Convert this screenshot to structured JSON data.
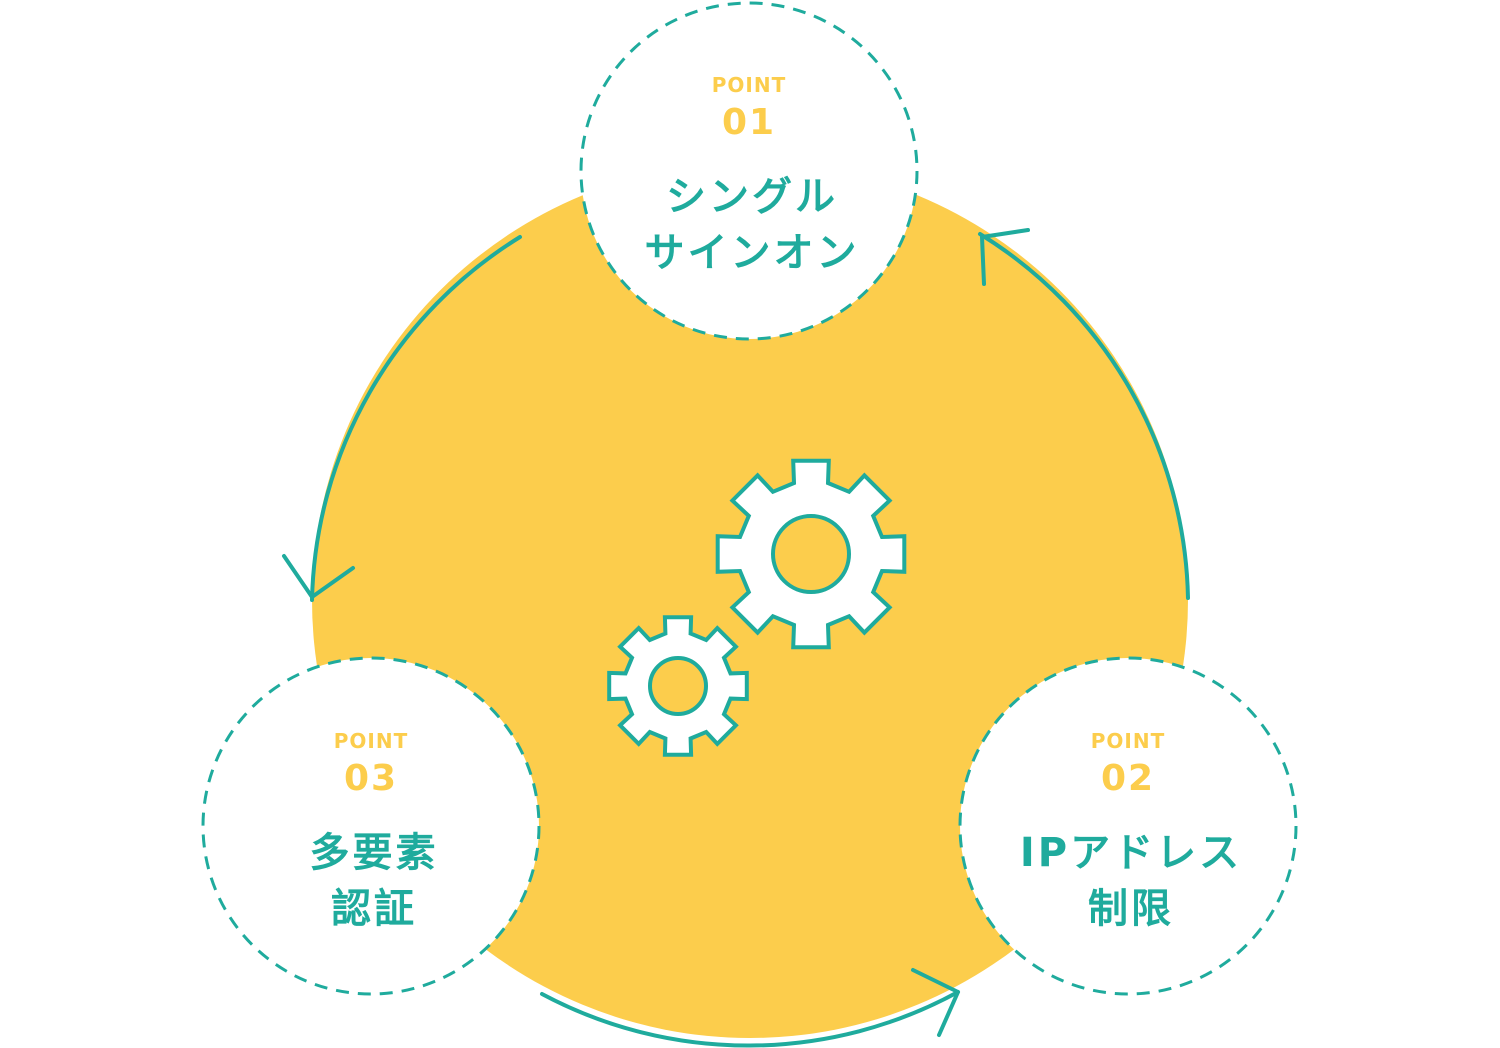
{
  "colors": {
    "yellow": "#FCCD4C",
    "teal": "#1FAB9D",
    "white": "#FFFFFF"
  },
  "center_icon": "gears-icon",
  "points": [
    {
      "label": "POINT",
      "number": "01",
      "title_lines": [
        "シングル",
        "サインオン"
      ]
    },
    {
      "label": "POINT",
      "number": "02",
      "title_lines": [
        "IPアドレス",
        "制限"
      ]
    },
    {
      "label": "POINT",
      "number": "03",
      "title_lines": [
        "多要素",
        "認証"
      ]
    }
  ]
}
